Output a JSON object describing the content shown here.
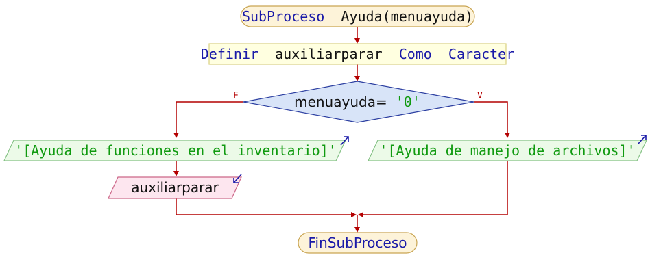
{
  "subprocess": {
    "start": {
      "kw": "SubProceso",
      "name": "Ayuda(menuayuda)"
    },
    "define": {
      "kw1": "Definir",
      "var": "auxiliarparar",
      "kw2": "Como",
      "type": "Caracter"
    },
    "decision": {
      "var": "menuayuda=",
      "literal": "'0'"
    },
    "branch_false_label": "F",
    "branch_true_label": "V",
    "output_false": "'[Ayuda de funciones en el inventario]'",
    "output_true": "'[Ayuda de manejo de archivos]'",
    "input_false": "auxiliarparar",
    "end": "FinSubProceso"
  },
  "colors": {
    "line": "#b40000",
    "terminal_fill": "#fdf3d9",
    "terminal_stroke": "#c9a552",
    "define_fill": "#ffffe0",
    "define_stroke": "#d8d080",
    "decision_fill": "#d8e4f8",
    "decision_stroke": "#2a3da0",
    "output_fill": "#ecfae8",
    "output_stroke": "#86c286",
    "input_fill": "#fde6ef",
    "input_stroke": "#cc6688",
    "keyword": "#1a1aa8",
    "text": "#111111",
    "string": "#109a10",
    "io_arrow": "#1a1aa8"
  }
}
